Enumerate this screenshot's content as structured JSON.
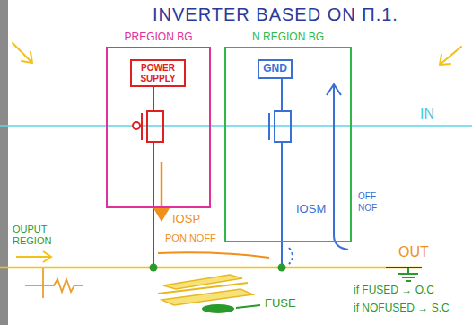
{
  "diagram": {
    "title": "INVERTER BASED ON Π.1.",
    "nodes": [
      {
        "text": [
          "PREGION BG"
        ]
      },
      {
        "text": [
          "POWER SUPPLY"
        ],
        "in": 0
      },
      {
        "text": [
          "N REGION BG"
        ]
      },
      {
        "text": [
          "GND"
        ],
        "in": 2
      }
    ],
    "labels": [
      "IN",
      "IOSP",
      "PON NOFF",
      "IOSM",
      "OFF",
      "NOF",
      "OUPUT REGION",
      "OUT",
      "FUSE",
      "if FUSED → O.C",
      "if NOFUSED → S.C"
    ]
  }
}
